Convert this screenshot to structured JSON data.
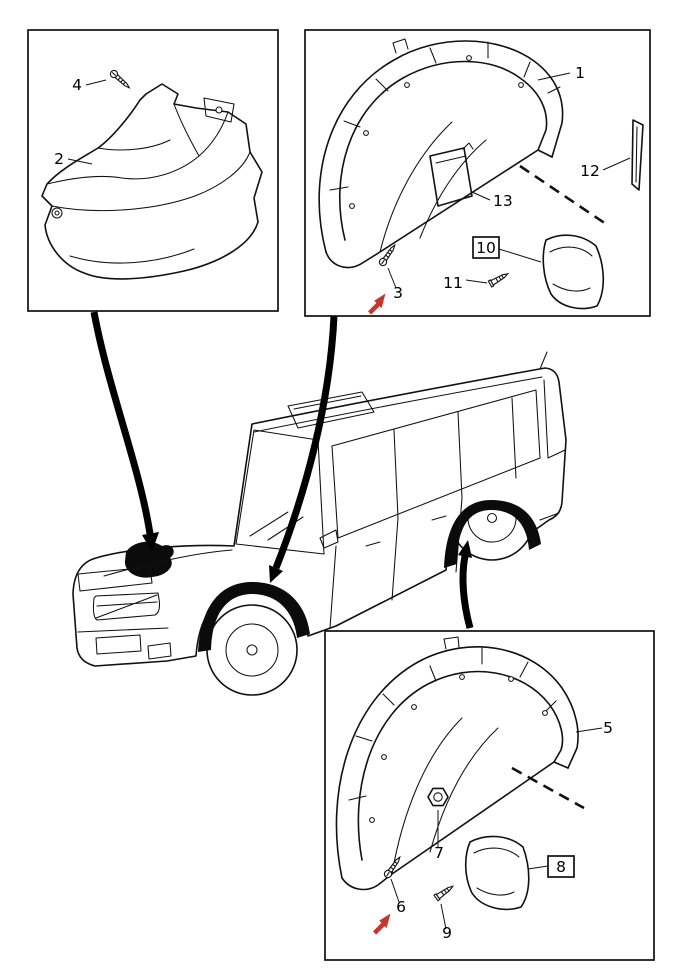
{
  "callouts": {
    "c1": "1",
    "c2": "2",
    "c3": "3",
    "c4": "4",
    "c5": "5",
    "c6": "6",
    "c7": "7",
    "c8": "8",
    "c9": "9",
    "c10": "10",
    "c11": "11",
    "c12": "12",
    "c13": "13"
  },
  "boxed_callouts": [
    "10",
    "8"
  ],
  "red_arrow_callouts": [
    "3",
    "6"
  ],
  "panels": {
    "top_left": {
      "callouts": [
        "4",
        "2"
      ]
    },
    "top_right": {
      "callouts": [
        "1",
        "13",
        "12",
        "3",
        "10",
        "11"
      ]
    },
    "bottom_right": {
      "callouts": [
        "5",
        "7",
        "8",
        "6",
        "9"
      ]
    }
  },
  "colors": {
    "line": "#111111",
    "accent_red": "#c5372c",
    "background": "#ffffff"
  },
  "icons": {
    "fasteners": [
      "screw-icon",
      "rivet-pin-icon",
      "flange-nut-icon"
    ],
    "markers": [
      "red-direction-arrow-icon",
      "pointer-arrow"
    ]
  }
}
